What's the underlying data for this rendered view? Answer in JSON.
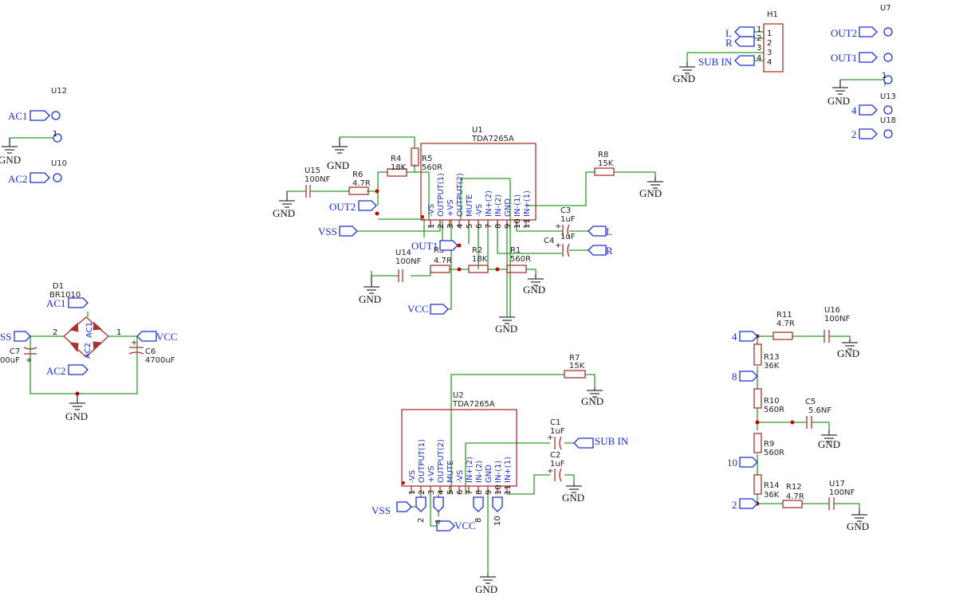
{
  "u1": {
    "ref": "U1",
    "value": "TDA7265A",
    "pins": [
      "-VS",
      "OUTPUT(1)",
      "+VS",
      "OUTPUT(2)",
      "MUTE",
      "-VS",
      "IN+(2)",
      "IN-(2)",
      "GND",
      "IN-(1)",
      "IN+(1)"
    ],
    "nums": [
      "1",
      "2",
      "3",
      "4",
      "5",
      "6",
      "7",
      "8",
      "9",
      "10",
      "11"
    ]
  },
  "u2": {
    "ref": "U2",
    "value": "TDA7265A",
    "pins": [
      "-VS",
      "OUTPUT(1)",
      "+VS",
      "OUTPUT(2)",
      "MUTE",
      "-VS",
      "IN+(2)",
      "IN-(2)",
      "GND",
      "IN-(1)",
      "IN+(1)"
    ],
    "nums": [
      "1",
      "2",
      "3",
      "4",
      "5",
      "6",
      "7",
      "8",
      "9",
      "10",
      "11"
    ]
  },
  "h1": {
    "ref": "H1",
    "pins": [
      "1",
      "2",
      "3",
      "4"
    ],
    "nums": [
      "1",
      "2",
      "3",
      "4"
    ]
  },
  "d1": {
    "ref": "D1",
    "value": "BR1010",
    "ac1": "AC1",
    "ac2": "AC2",
    "pin1": "1",
    "pin2": "2"
  },
  "parts": {
    "r1": {
      "ref": "R1",
      "val": "560R"
    },
    "r2": {
      "ref": "R2",
      "val": "18K"
    },
    "r3": {
      "ref": "R3",
      "val": "4.7R"
    },
    "r4": {
      "ref": "R4",
      "val": "18K"
    },
    "r5": {
      "ref": "R5",
      "val": "560R"
    },
    "r6": {
      "ref": "R6",
      "val": "4.7R"
    },
    "r7": {
      "ref": "R7",
      "val": "15K"
    },
    "r8": {
      "ref": "R8",
      "val": "15K"
    },
    "r9": {
      "ref": "R9",
      "val": "560R"
    },
    "r10": {
      "ref": "R10",
      "val": "560R"
    },
    "r11": {
      "ref": "R11",
      "val": "4.7R"
    },
    "r12": {
      "ref": "R12",
      "val": "4.7R"
    },
    "r13": {
      "ref": "R13",
      "val": "36K"
    },
    "r14": {
      "ref": "R14",
      "val": "36K"
    },
    "c1": {
      "ref": "C1",
      "val": "1uF"
    },
    "c2": {
      "ref": "C2",
      "val": "1uF"
    },
    "c3": {
      "ref": "C3",
      "val": "1uF"
    },
    "c4": {
      "ref": "C4",
      "val": "1uF"
    },
    "c5": {
      "ref": "C5",
      "val": "5.6NF"
    },
    "c6": {
      "ref": "C6",
      "val": "4700uF"
    },
    "c7": {
      "ref": "C7",
      "val": "00uF"
    },
    "u14": {
      "ref": "U14",
      "val": "100NF"
    },
    "u15": {
      "ref": "U15",
      "val": "100NF"
    },
    "u16": {
      "ref": "U16",
      "val": "100NF"
    },
    "u17": {
      "ref": "U17",
      "val": "100NF"
    }
  },
  "refs": {
    "u7": "U7",
    "u10": "U10",
    "u12": "U12",
    "u13": "U13",
    "u18": "U18"
  },
  "nets": {
    "gnd": "GND",
    "vss": "VSS",
    "vss_cut": "SS",
    "vcc": "VCC",
    "out1": "OUT1",
    "out2": "OUT2",
    "l": "L",
    "r": "R",
    "sub_in": "SUB IN",
    "ac1": "AC1",
    "ac2": "AC2",
    "n2": "2",
    "n4": "4",
    "n8": "8",
    "n10": "10",
    "one": "1"
  },
  "colors": {
    "wire": "#2f9a2f",
    "part": "#a83232",
    "port": "#1c2fd6",
    "junction": "#c80000"
  }
}
